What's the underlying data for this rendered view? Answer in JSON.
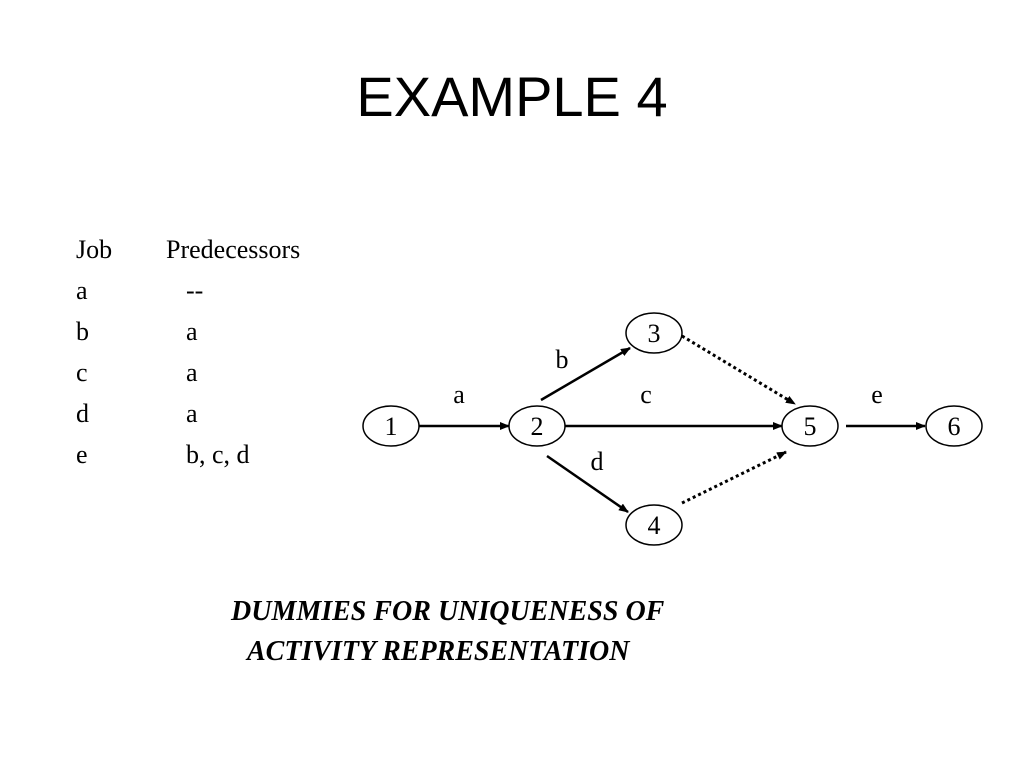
{
  "slide": {
    "title": "EXAMPLE 4",
    "caption_line1": "DUMMIES FOR UNIQUENESS OF",
    "caption_line2": "ACTIVITY REPRESENTATION"
  },
  "table": {
    "headers": [
      "Job",
      "Predecessors"
    ],
    "rows": [
      {
        "job": "a",
        "pred": "--"
      },
      {
        "job": "b",
        "pred": "a"
      },
      {
        "job": "c",
        "pred": "a"
      },
      {
        "job": "d",
        "pred": "a"
      },
      {
        "job": "e",
        "pred": "b, c, d"
      }
    ]
  },
  "network": {
    "nodes": [
      {
        "id": "1",
        "label": "1"
      },
      {
        "id": "2",
        "label": "2"
      },
      {
        "id": "3",
        "label": "3"
      },
      {
        "id": "4",
        "label": "4"
      },
      {
        "id": "5",
        "label": "5"
      },
      {
        "id": "6",
        "label": "6"
      }
    ],
    "edges": [
      {
        "from": "1",
        "to": "2",
        "label": "a",
        "style": "solid"
      },
      {
        "from": "2",
        "to": "3",
        "label": "b",
        "style": "solid"
      },
      {
        "from": "2",
        "to": "5",
        "label": "c",
        "style": "solid"
      },
      {
        "from": "2",
        "to": "4",
        "label": "d",
        "style": "solid"
      },
      {
        "from": "5",
        "to": "6",
        "label": "e",
        "style": "solid"
      },
      {
        "from": "3",
        "to": "5",
        "label": "",
        "style": "dotted"
      },
      {
        "from": "4",
        "to": "5",
        "label": "",
        "style": "dotted"
      }
    ],
    "colors": {
      "stroke": "#000000",
      "fill": "#ffffff",
      "text": "#000000"
    }
  }
}
